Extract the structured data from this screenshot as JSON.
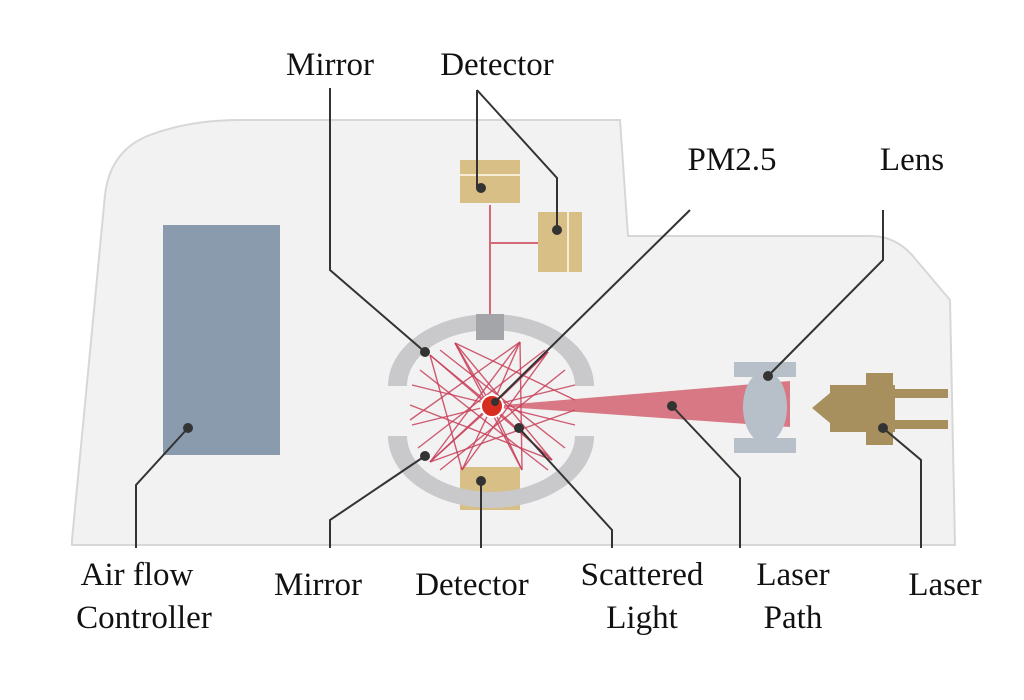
{
  "labels": {
    "mirror_top": "Mirror",
    "detector_top": "Detector",
    "pm25": "PM2.5",
    "lens": "Lens",
    "airflow_line1": "Air flow",
    "airflow_line2": "Controller",
    "mirror_bottom": "Mirror",
    "detector_bottom": "Detector",
    "scattered_line1": "Scattered",
    "scattered_line2": "Light",
    "laserpath_line1": "Laser",
    "laserpath_line2": "Path",
    "laser": "Laser"
  },
  "colors": {
    "housing_fill": "#f2f2f2",
    "housing_stroke": "#d7d7d7",
    "airflow": "#8a9bad",
    "mirror": "#c9c9cb",
    "detector": "#d8bf86",
    "laser_body": "#a88f5e",
    "lens": "#b7c0c8",
    "beam": "#d46a78",
    "scatter": "#c8405a",
    "particle": "#d62d20",
    "leader": "#333333"
  }
}
